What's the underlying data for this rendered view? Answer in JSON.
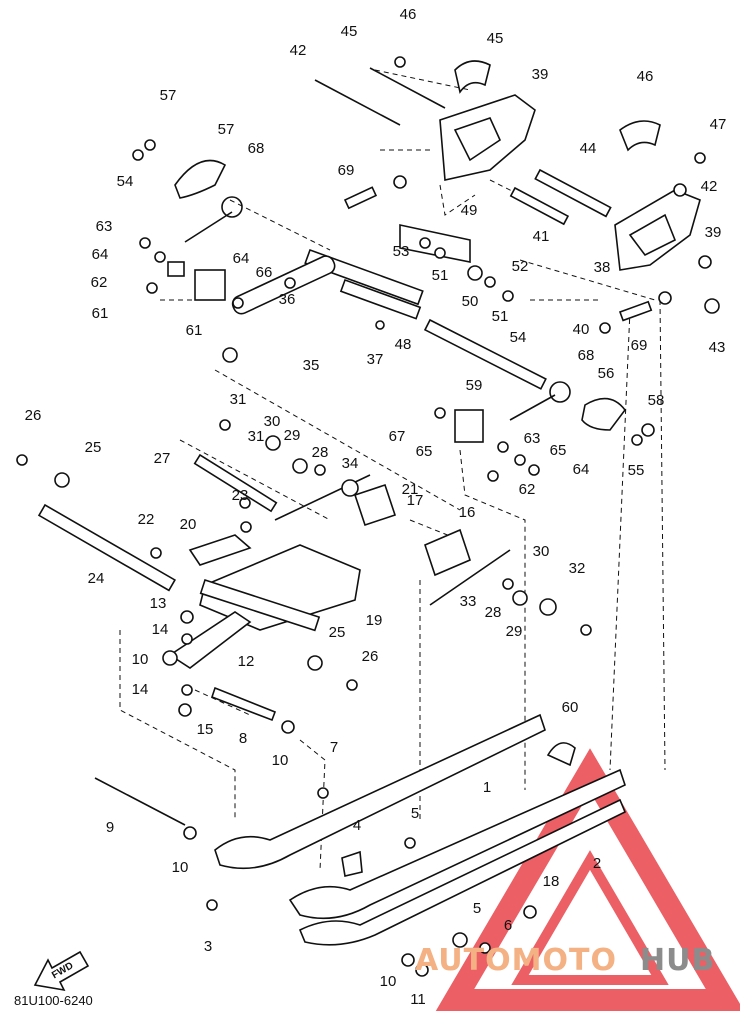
{
  "diagram_code": "81U100-6240",
  "front_marker": "FWD",
  "watermark": {
    "part1": "AUTOMOTO",
    "part2": "HUB",
    "color_accent": "#e8434a",
    "color_text1": "#f4b183",
    "color_text2": "#8c8c8c"
  },
  "callouts": [
    "1",
    "2",
    "3",
    "4",
    "5",
    "5",
    "6",
    "7",
    "8",
    "9",
    "10",
    "10",
    "10",
    "10",
    "11",
    "12",
    "13",
    "14",
    "14",
    "15",
    "16",
    "17",
    "18",
    "19",
    "20",
    "21",
    "22",
    "23",
    "24",
    "25",
    "25",
    "26",
    "26",
    "27",
    "28",
    "28",
    "29",
    "29",
    "30",
    "30",
    "31",
    "31",
    "32",
    "33",
    "34",
    "35",
    "36",
    "37",
    "38",
    "39",
    "39",
    "40",
    "41",
    "42",
    "42",
    "43",
    "44",
    "45",
    "45",
    "46",
    "46",
    "47",
    "48",
    "49",
    "50",
    "51",
    "51",
    "52",
    "53",
    "54",
    "54",
    "55",
    "56",
    "57",
    "57",
    "58",
    "59",
    "60",
    "61",
    "61",
    "62",
    "62",
    "63",
    "63",
    "64",
    "64",
    "64",
    "65",
    "65",
    "66",
    "67",
    "68",
    "68",
    "69",
    "69"
  ]
}
